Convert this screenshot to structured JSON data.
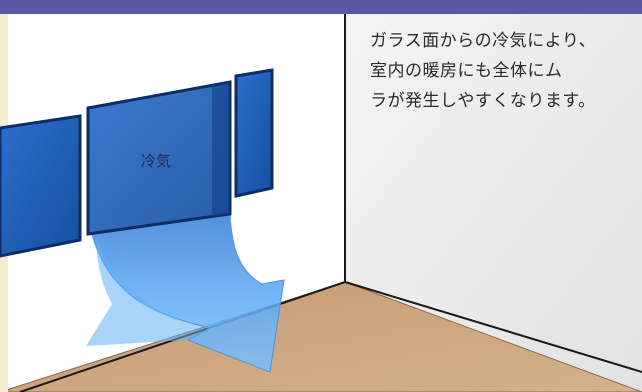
{
  "caption": {
    "lines": [
      "ガラス面からの冷気により、",
      "室内の暖房にも全体にム",
      "ラが発生しやすくなります。"
    ]
  },
  "labels": {
    "cold_air": "冷気"
  },
  "icons": {
    "cold_air_arrow": "arrow-down-curve-icon",
    "window": "window-pane-icon"
  },
  "colors": {
    "top_band": "#5b58a6",
    "left_wall": "#ffffff",
    "right_wall": "#ececec",
    "floor": "#c9a47f",
    "window_glass": "#1d5fbe",
    "window_frame": "#0e2c66",
    "cold_air_fill": "#5aa6f0",
    "left_edge": "#f4edd2"
  }
}
